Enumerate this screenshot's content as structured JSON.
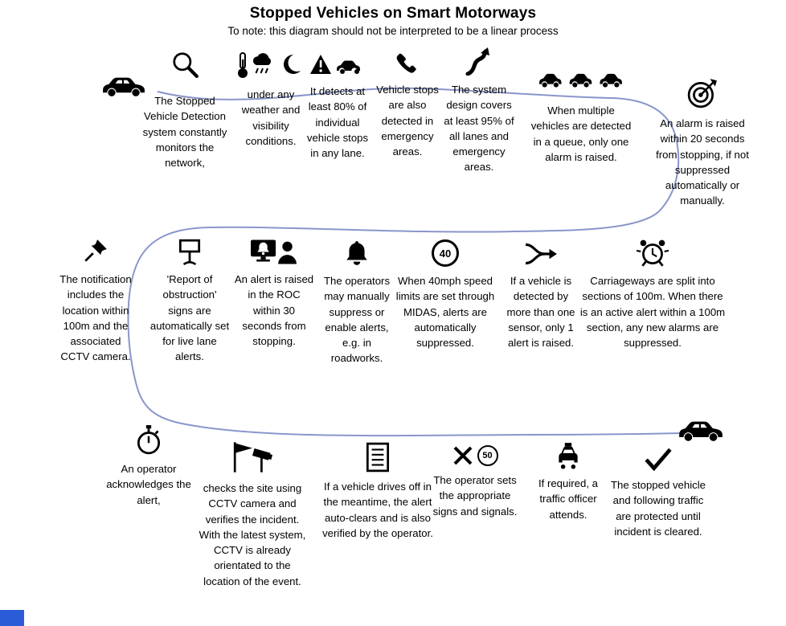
{
  "title": "Stopped Vehicles on Smart Motorways",
  "subtitle": "To note: this diagram should not be interpreted to be a linear process",
  "colors": {
    "flow_path": "#8a96ca",
    "corner_block": "#2b5cd7",
    "text": "#000000"
  },
  "row1": [
    {
      "icon": "car-side-icon",
      "text": ""
    },
    {
      "icon": "magnifier-icon",
      "text": "The Stopped Vehicle Detection system constantly monitors the network,"
    },
    {
      "icon": "weather-thermometer-raincloud-moon-icon",
      "text": "under any weather and visibility conditions."
    },
    {
      "icon": "warning-triangle-car-icon",
      "text": "It detects at least 80% of individual vehicle stops in any lane."
    },
    {
      "icon": "emergency-phone-icon",
      "text": "Vehicle stops are also detected in emergency areas."
    },
    {
      "icon": "motorway-road-icon",
      "text": "The system design covers at least 95% of all lanes and emergency areas."
    },
    {
      "icon": "car-queue-icon",
      "text": "When multiple vehicles are detected in a queue, only one alarm is raised."
    },
    {
      "icon": "alarm-target-icon",
      "text": "An alarm is raised within 20 seconds from stopping, if not suppressed automatically or manually."
    }
  ],
  "row2": [
    {
      "icon": "location-pin-icon",
      "text": "The notification includes the location within 100m and the associated CCTV camera."
    },
    {
      "icon": "roadside-sign-icon",
      "text": "'Report of obstruction' signs are automatically set for live lane alerts."
    },
    {
      "icon": "monitor-operator-icon",
      "text": "An alert is raised in the ROC within 30 seconds from stopping."
    },
    {
      "icon": "alert-bell-icon",
      "text": "The operators may manually suppress or enable alerts, e.g. in roadworks."
    },
    {
      "icon": "speed-limit-40-icon",
      "badge": "40",
      "text": "When 40mph speed limits are set through MIDAS, alerts are automatically suppressed."
    },
    {
      "icon": "sensor-merge-icon",
      "text": "If a vehicle is detected by more than one sensor, only 1 alert is raised."
    },
    {
      "icon": "alarm-clock-icon",
      "text": "Carriageways are split into sections of 100m. When there is an active alert within a 100m section, any new alarms are suppressed."
    }
  ],
  "row3": [
    {
      "icon": "stopwatch-icon",
      "text": "An operator acknowledges the alert,"
    },
    {
      "icon": "cctv-flag-icon",
      "text": "checks the site using CCTV camera and verifies the incident. With the latest system, CCTV is already orientated to the location of the event."
    },
    {
      "icon": "checklist-icon",
      "text": "If a vehicle drives off in the meantime, the alert auto-clears and is also verified by the operator."
    },
    {
      "icon": "cross-speed-50-icon",
      "badge": "50",
      "text": "The operator sets the appropriate signs and signals."
    },
    {
      "icon": "traffic-officer-car-icon",
      "text": "If required, a traffic officer attends."
    },
    {
      "icon": "checkmark-icon",
      "text": "The stopped vehicle and following traffic are protected until incident is cleared."
    },
    {
      "icon": "car-side-icon",
      "text": ""
    }
  ]
}
